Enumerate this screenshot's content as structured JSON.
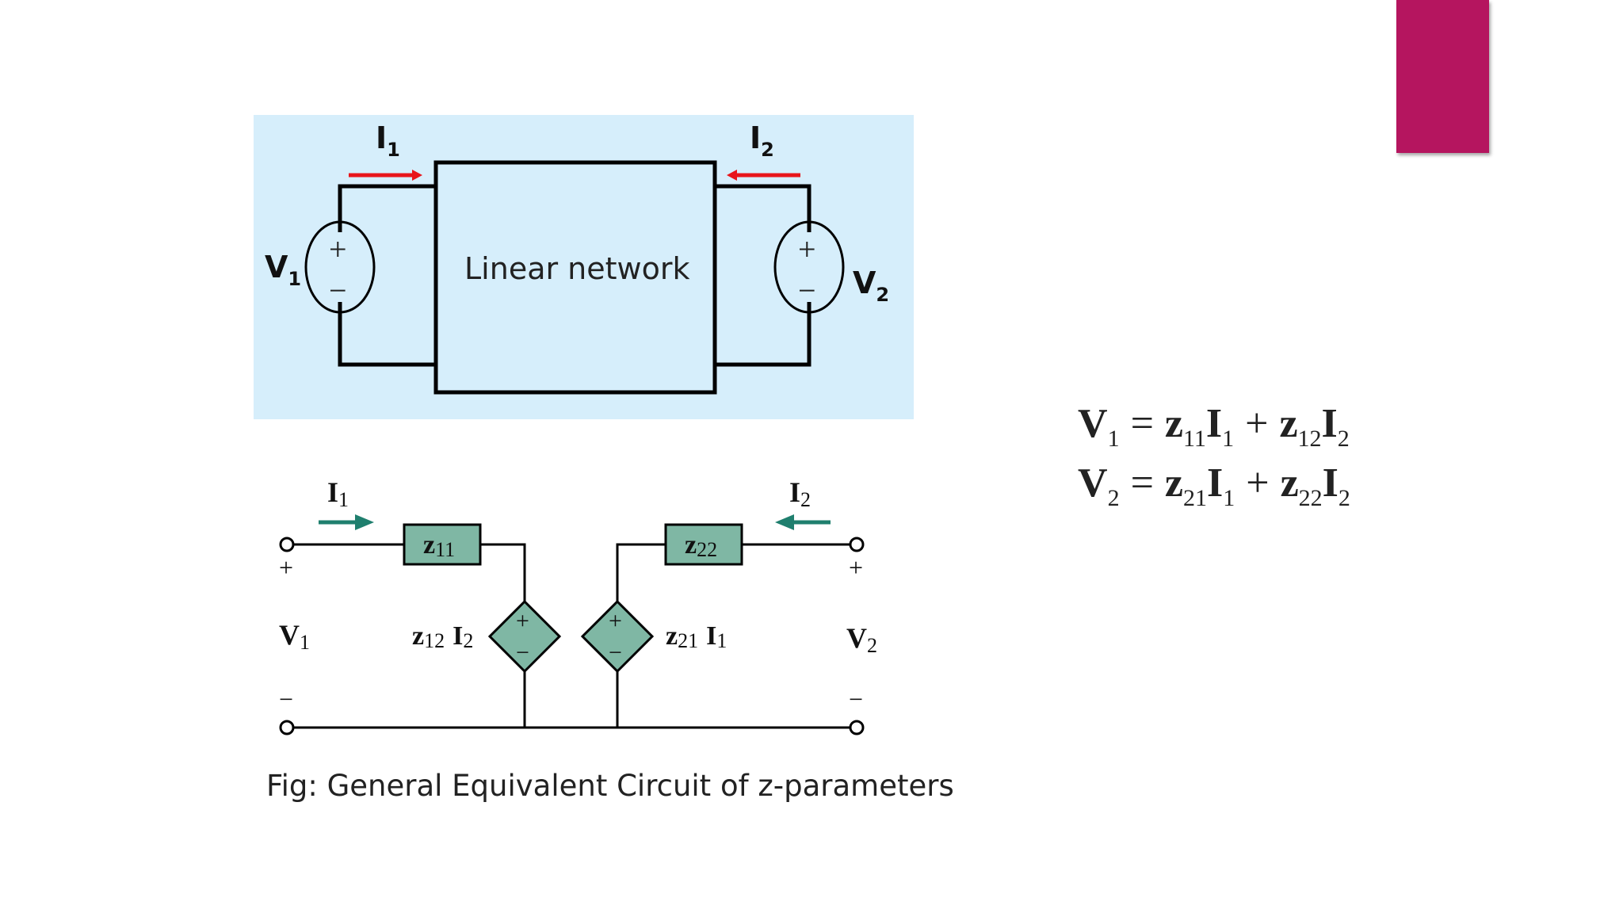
{
  "top_diagram": {
    "background": "#D6EEFB",
    "arrow_color": "#E8151B",
    "box_label": "Linear network",
    "current_left": {
      "sym": "I",
      "sub": "1"
    },
    "current_right": {
      "sym": "I",
      "sub": "2"
    },
    "voltage_left": {
      "sym": "V",
      "sub": "1"
    },
    "voltage_right": {
      "sym": "V",
      "sub": "2"
    },
    "plus": "+",
    "minus": "−"
  },
  "bottom_diagram": {
    "arrow_color": "#1F7F6E",
    "impedance_fill": "#7FB7A4",
    "z11": {
      "sym": "z",
      "sub": "11"
    },
    "z22": {
      "sym": "z",
      "sub": "22"
    },
    "current_left": {
      "sym": "I",
      "sub": "1"
    },
    "current_right": {
      "sym": "I",
      "sub": "2"
    },
    "voltage_left": {
      "sym": "V",
      "sub": "1"
    },
    "voltage_right": {
      "sym": "V",
      "sub": "2"
    },
    "dep_left": {
      "z": "z",
      "zsub": "12",
      "i": "I",
      "isub": "2"
    },
    "dep_right": {
      "z": "z",
      "zsub": "21",
      "i": "I",
      "isub": "1"
    },
    "plus": "+",
    "minus": "−"
  },
  "caption": "Fig: General Equivalent Circuit of z-parameters",
  "equations": [
    {
      "lhs": "V",
      "lhs_sub": "1",
      "eq": "=",
      "t1_z": "z",
      "t1_zsub": "11",
      "t1_i": "I",
      "t1_isub": "1",
      "op": "+",
      "t2_z": "z",
      "t2_zsub": "12",
      "t2_i": "I",
      "t2_isub": "2"
    },
    {
      "lhs": "V",
      "lhs_sub": "2",
      "eq": "=",
      "t1_z": "z",
      "t1_zsub": "21",
      "t1_i": "I",
      "t1_isub": "1",
      "op": "+",
      "t2_z": "z",
      "t2_zsub": "22",
      "t2_i": "I",
      "t2_isub": "2"
    }
  ],
  "accent_color": "#B5155F"
}
